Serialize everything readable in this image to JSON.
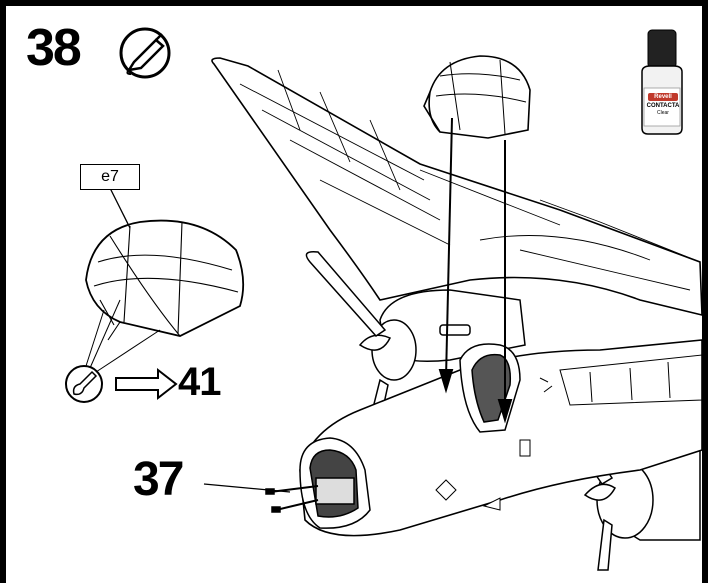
{
  "step": {
    "number": "38",
    "glue_icon": "glue-tube-icon"
  },
  "part_callout": {
    "label": "e7",
    "paint_icon": "brush-icon",
    "next_step": "41"
  },
  "previous_step_ref": "37",
  "glue_bottle": {
    "brand": "Revell",
    "name": "CONTACTA",
    "variant": "Clear",
    "cap_color": "#222222"
  }
}
